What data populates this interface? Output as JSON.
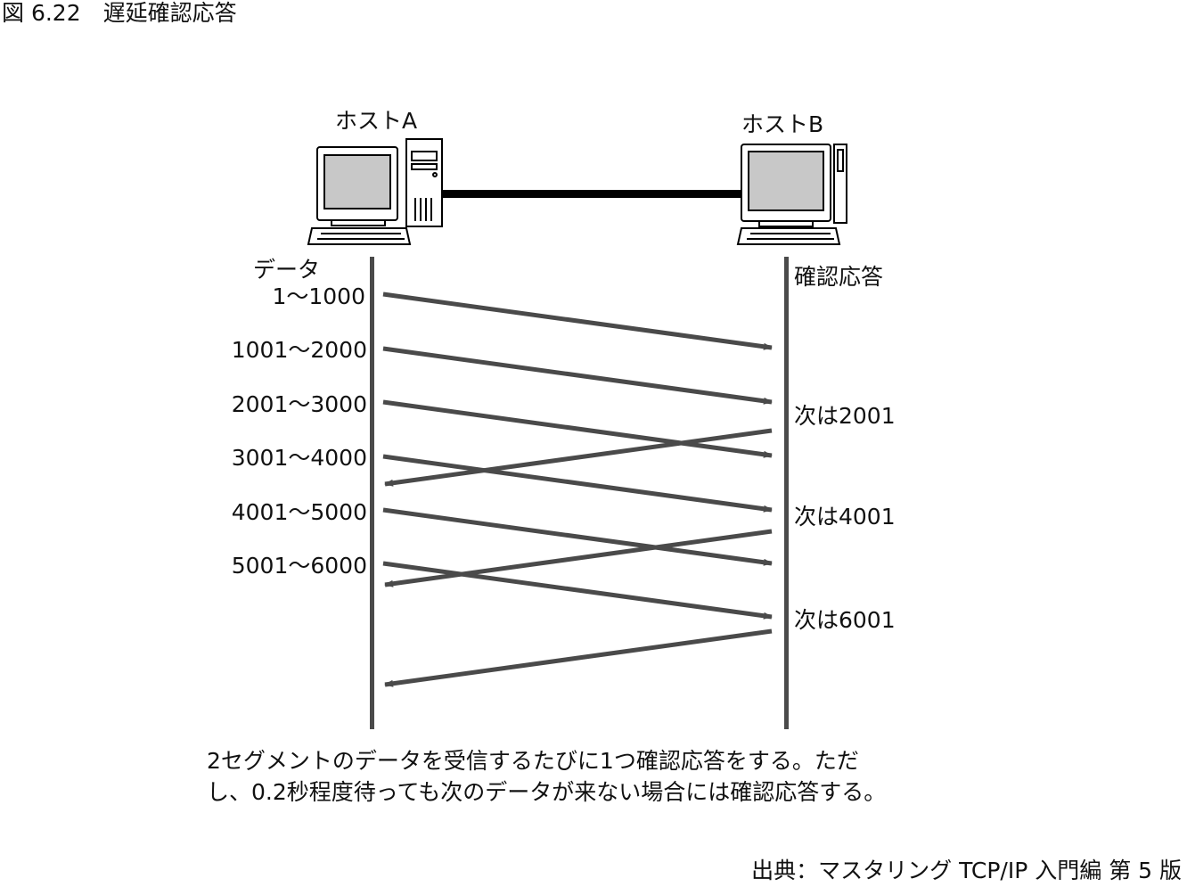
{
  "figure_title": "図 6.22　遅延確認応答",
  "host_a": "ホストA",
  "host_b": "ホストB",
  "data_label": "データ",
  "ack_label": "確認応答",
  "segments": [
    "1〜1000",
    "1001〜2000",
    "2001〜3000",
    "3001〜4000",
    "4001〜5000",
    "5001〜6000"
  ],
  "acks": [
    "次は2001",
    "次は4001",
    "次は6001"
  ],
  "caption_line1": "2セグメントのデータを受信するたびに1つ確認応答をする。ただ",
  "caption_line2": "し、0.2秒程度待っても次のデータが来ない場合には確認応答する。",
  "source": "出典：マスタリング TCP/IP 入門編 第 5 版",
  "colors": {
    "line": "#4a4a4a",
    "cable": "#000000",
    "screen": "#c8c8c8"
  },
  "icons": [
    "computer-icon",
    "computer-icon"
  ]
}
